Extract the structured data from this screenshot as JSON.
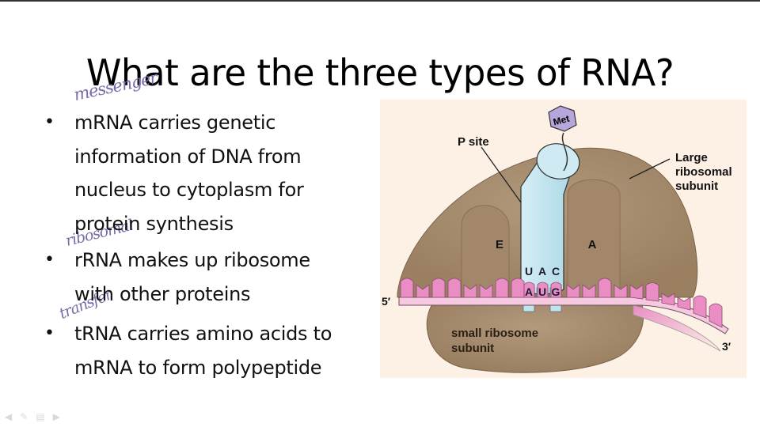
{
  "slide": {
    "title": "What are the three types of RNA?",
    "bullets": [
      {
        "lines": [
          "mRNA carries genetic",
          "information of DNA from",
          "nucleus to cytoplasm for",
          "protein synthesis"
        ],
        "annotation": "messenger"
      },
      {
        "lines": [
          "rRNA makes up ribosome",
          "with other proteins"
        ],
        "annotation": "ribosomal"
      },
      {
        "lines": [
          "tRNA carries amino acids to",
          "mRNA to form polypeptide"
        ],
        "annotation": "transfer"
      }
    ],
    "bullet_glyph": "•",
    "annotation_color": "#7a6aa8"
  },
  "diagram": {
    "labels": {
      "met": "Met",
      "p_site": "P site",
      "large_subunit_1": "Large",
      "large_subunit_2": "ribosomal",
      "large_subunit_3": "subunit",
      "e_site": "E",
      "a_site": "A",
      "anticodon": [
        "U",
        "A",
        "C"
      ],
      "codon": [
        "A",
        "U",
        "G"
      ],
      "five_prime": "5′",
      "three_prime": "3′",
      "small_subunit_1": "small ribosome",
      "small_subunit_2": "subunit"
    },
    "colors": {
      "background": "#fdf1e6",
      "ribosome": "#a68b6d",
      "ribosome_dark": "#8f7558",
      "trna": "#bfe4ee",
      "mrna": "#e98dc4",
      "mrna_strand": "#f6c9e0",
      "met": "#b7a6dc"
    }
  },
  "player_controls": [
    "back-icon",
    "pen-icon",
    "menu-icon",
    "forward-icon"
  ]
}
